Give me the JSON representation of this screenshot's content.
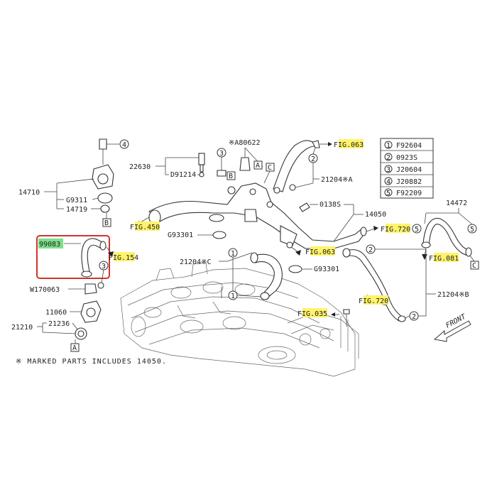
{
  "callouts": {
    "p14710": "14710",
    "g9311": "G9311",
    "p14719": "14719",
    "p22630": "22630",
    "d91214": "D91214",
    "a80622": "※A80622",
    "p21204a": "21204※A",
    "p0138s": "0138S",
    "p14050": "14050",
    "p14472": "14472",
    "p99083": "99083",
    "g93301a": "G93301",
    "g93301b": "G93301",
    "p21204c": "21204※C",
    "p21204b": "21204※B",
    "w170063": "W170063",
    "p11060": "11060",
    "p21210": "21210",
    "p21236": "21236"
  },
  "fig_refs": {
    "fig063_top": {
      "prefix": "F",
      "hl": "IG.06",
      "suffix": "3"
    },
    "fig450": {
      "prefix": "F",
      "hl": "IG.45",
      "suffix": "0"
    },
    "fig720_right": {
      "prefix": "F",
      "hl": "IG.72",
      "suffix": "0"
    },
    "fig063_mid": {
      "prefix": "F",
      "hl": "IG.06",
      "suffix": "3"
    },
    "fig081": {
      "prefix": "F",
      "hl": "IG.08",
      "suffix": "1"
    },
    "fig154": {
      "prefix": "F",
      "hl": "IG.15",
      "suffix": "4"
    },
    "fig035": {
      "prefix": "F",
      "hl": "IG.03",
      "suffix": "5"
    },
    "fig720_low": {
      "prefix": "F",
      "hl": "IG.72",
      "suffix": "0"
    }
  },
  "legend": [
    {
      "num": "1",
      "part": "F92604"
    },
    {
      "num": "2",
      "part": "0923S"
    },
    {
      "num": "3",
      "part": "J20604"
    },
    {
      "num": "4",
      "part": "J20882"
    },
    {
      "num": "5",
      "part": "F92209"
    }
  ],
  "box_labels": {
    "a": "A",
    "b": "B",
    "c": "C"
  },
  "circle_nums": {
    "one": "1",
    "two": "2",
    "three": "3",
    "four": "4",
    "five": "5"
  },
  "front_label": "FRONT",
  "footnote": "※ MARKED PARTS INCLUDES 14050.",
  "colors": {
    "highlight_yellow": "#fff36b",
    "highlight_green": "#7de08a",
    "selection_box": "#d0342c"
  }
}
